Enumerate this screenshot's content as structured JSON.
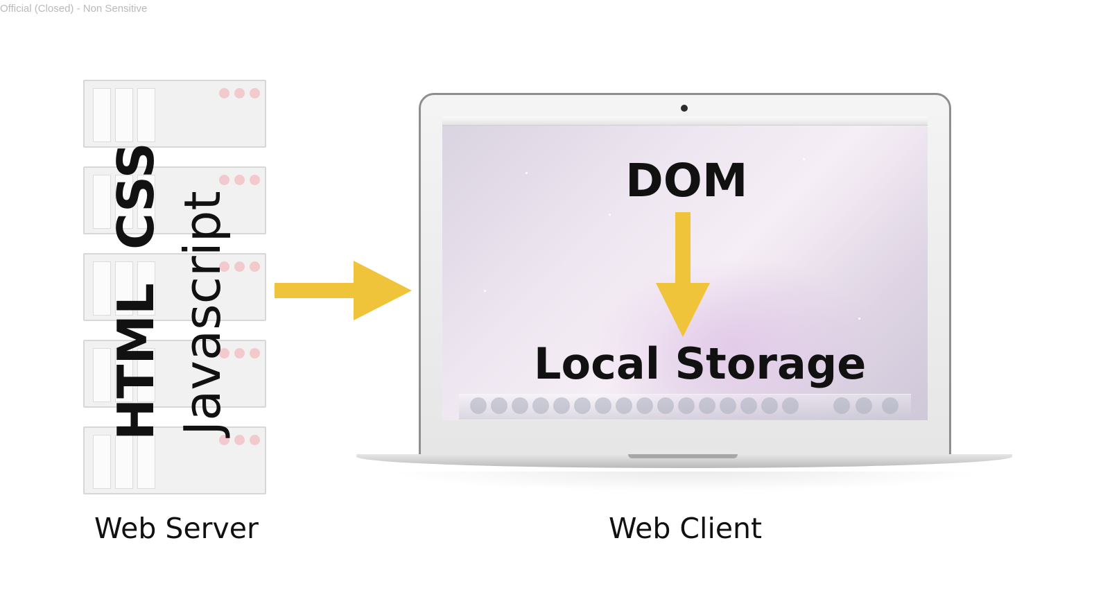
{
  "classification_text": "Official (Closed) - Non Sensitive",
  "server": {
    "labels": {
      "html": "HTML",
      "css": "CSS",
      "javascript": "Javascript"
    },
    "caption": "Web Server"
  },
  "client": {
    "screen_labels": {
      "top": "DOM",
      "bottom": "Local Storage"
    },
    "caption": "Web Client"
  },
  "colors": {
    "arrow": "#f0c43a",
    "led": "#f2c9cc",
    "text": "#111111"
  }
}
